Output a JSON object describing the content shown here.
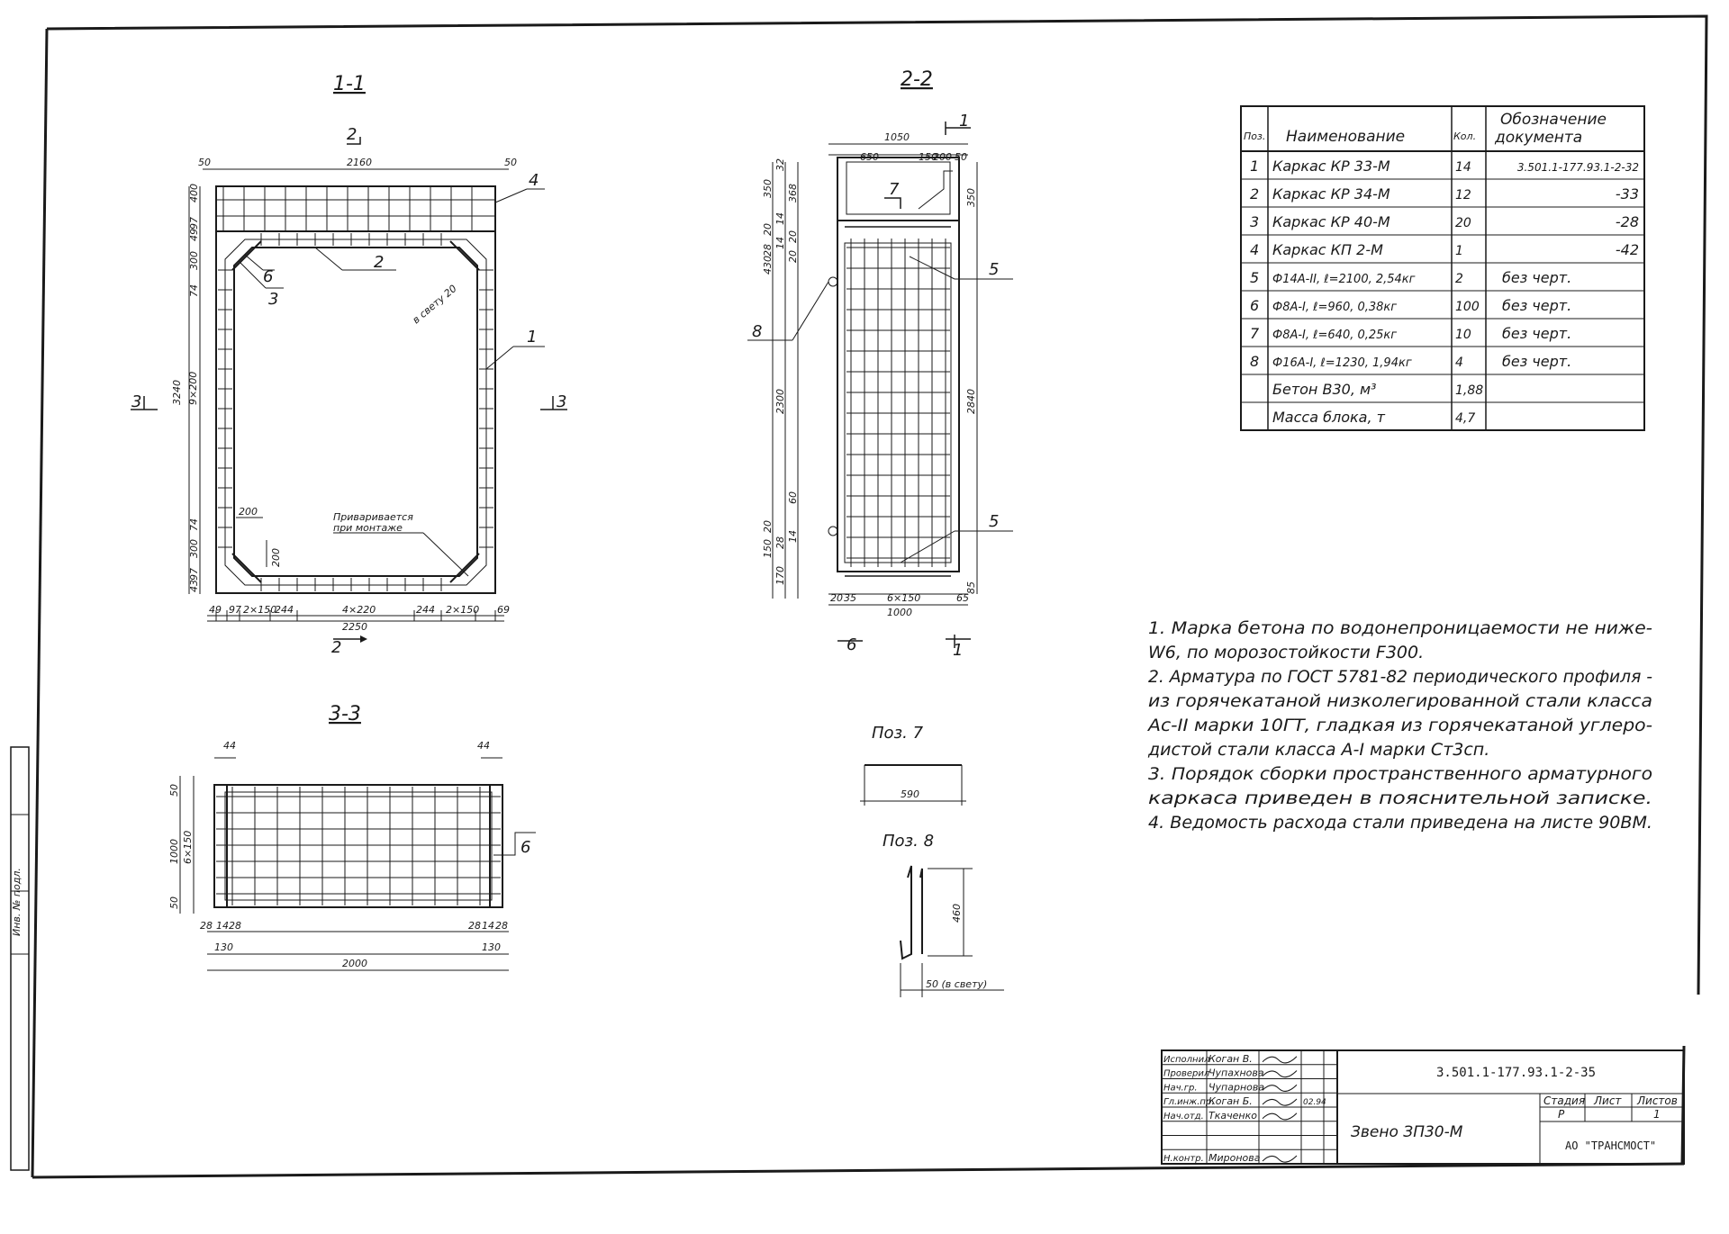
{
  "drawing": {
    "sections": {
      "s11": "1-1",
      "s22": "2-2",
      "s33": "3-3"
    },
    "cut_marks": [
      "2",
      "2",
      "3",
      "3",
      "1",
      "1",
      "6"
    ],
    "pos_labels": {
      "p7": "Поз. 7",
      "p8": "Поз. 8",
      "p7_dim": "590",
      "p8_dim": "460",
      "p8_gap": "50 (в свету)"
    },
    "callouts": [
      "1",
      "2",
      "3",
      "4",
      "5",
      "5",
      "6",
      "6",
      "7",
      "8"
    ],
    "annotations": {
      "weld": "Приваривается\nпри монтаже",
      "clear": "в свету 20"
    },
    "dims_11": {
      "top_total": "2160",
      "top_left": "50",
      "top_right": "50",
      "bottom_total": "2250",
      "bottom_parts": [
        "49",
        "97",
        "2×150",
        "244",
        "4×220",
        "244",
        "2×150",
        "69"
      ],
      "left_total": "3240",
      "left_parts": [
        "400",
        "97",
        "49",
        "300",
        "74",
        "9×200",
        "74",
        "300",
        "97",
        "43"
      ],
      "inner_200a": "200",
      "inner_200b": "200"
    },
    "dims_22": {
      "top_total": "1050",
      "top_parts": [
        "650",
        "150",
        "200",
        "50"
      ],
      "left_parts": [
        "350",
        "32",
        "368",
        "20",
        "14",
        "20",
        "28",
        "14",
        "20",
        "430",
        "2300",
        "60",
        "20",
        "28",
        "14",
        "150",
        "170"
      ],
      "right_parts": [
        "350",
        "2840",
        "85"
      ],
      "bottom_parts": [
        "20",
        "35",
        "6×150",
        "65"
      ],
      "bottom_total": "1000"
    },
    "dims_33": {
      "top": [
        "44",
        "44"
      ],
      "left": [
        "50",
        "1000",
        "6×150",
        "50"
      ],
      "bottom": [
        "28",
        "14",
        "28",
        "28",
        "14",
        "28"
      ],
      "bottom_130": [
        "130",
        "130"
      ],
      "bottom_total": "2000"
    }
  },
  "spec_table": {
    "headers": [
      "Поз.",
      "Наименование",
      "Кол.",
      "Обозначение документа"
    ],
    "rows": [
      [
        "1",
        "Каркас КР 33-М",
        "14",
        "3.501.1-177.93.1-2-32"
      ],
      [
        "2",
        "Каркас КР 34-М",
        "12",
        "-33"
      ],
      [
        "3",
        "Каркас КР 40-М",
        "20",
        "-28"
      ],
      [
        "4",
        "Каркас КП 2-М",
        "1",
        "-42"
      ],
      [
        "5",
        "Ф14А-II, ℓ=2100, 2,54кг",
        "2",
        "без черт."
      ],
      [
        "6",
        "Ф8А-I, ℓ=960, 0,38кг",
        "100",
        "без черт."
      ],
      [
        "7",
        "Ф8А-I, ℓ=640, 0,25кг",
        "10",
        "без черт."
      ],
      [
        "8",
        "Ф16А-I, ℓ=1230, 1,94кг",
        "4",
        "без черт."
      ],
      [
        "",
        "Бетон В30, м³",
        "1,88",
        ""
      ],
      [
        "",
        "Масса блока, т",
        "4,7",
        ""
      ]
    ]
  },
  "notes": [
    "1. Марка бетона по водонепроницаемости не ниже-",
    "W6, по морозостойкости F300.",
    "2. Арматура по ГОСТ 5781-82 периодического профиля -",
    "из горячекатаной низколегированной стали класса",
    "Ас-II марки 10ГТ, гладкая из горячекатаной углеро-",
    "дистой стали класса А-I марки Ст3сп.",
    "3. Порядок сборки пространственного арматурного",
    "каркаса приведен в пояснительной записке.",
    "4. Ведомость расхода стали приведена на листе 90ВМ."
  ],
  "title_block": {
    "roles": [
      "Исполнил",
      "Проверил",
      "Нач.гр.",
      "Гл.инж.пр.",
      "Нач.отд.",
      "",
      "",
      "Н.контр."
    ],
    "names": [
      "Коган В.",
      "Чупахнова",
      "Чупарнова",
      "Коган Б.",
      "Ткаченко",
      "",
      "",
      "Миронова"
    ],
    "date": "02.94",
    "designation": "3.501.1-177.93.1-2-35",
    "title": "Звено ЗП30-М",
    "stage_header": "Стадия",
    "sheet_header": "Лист",
    "sheets_header": "Листов",
    "stage": "Р",
    "sheet": "",
    "sheets": "1",
    "org": "АО \"ТРАНСМОСТ\""
  },
  "side_stamp": "Инв. № подл."
}
